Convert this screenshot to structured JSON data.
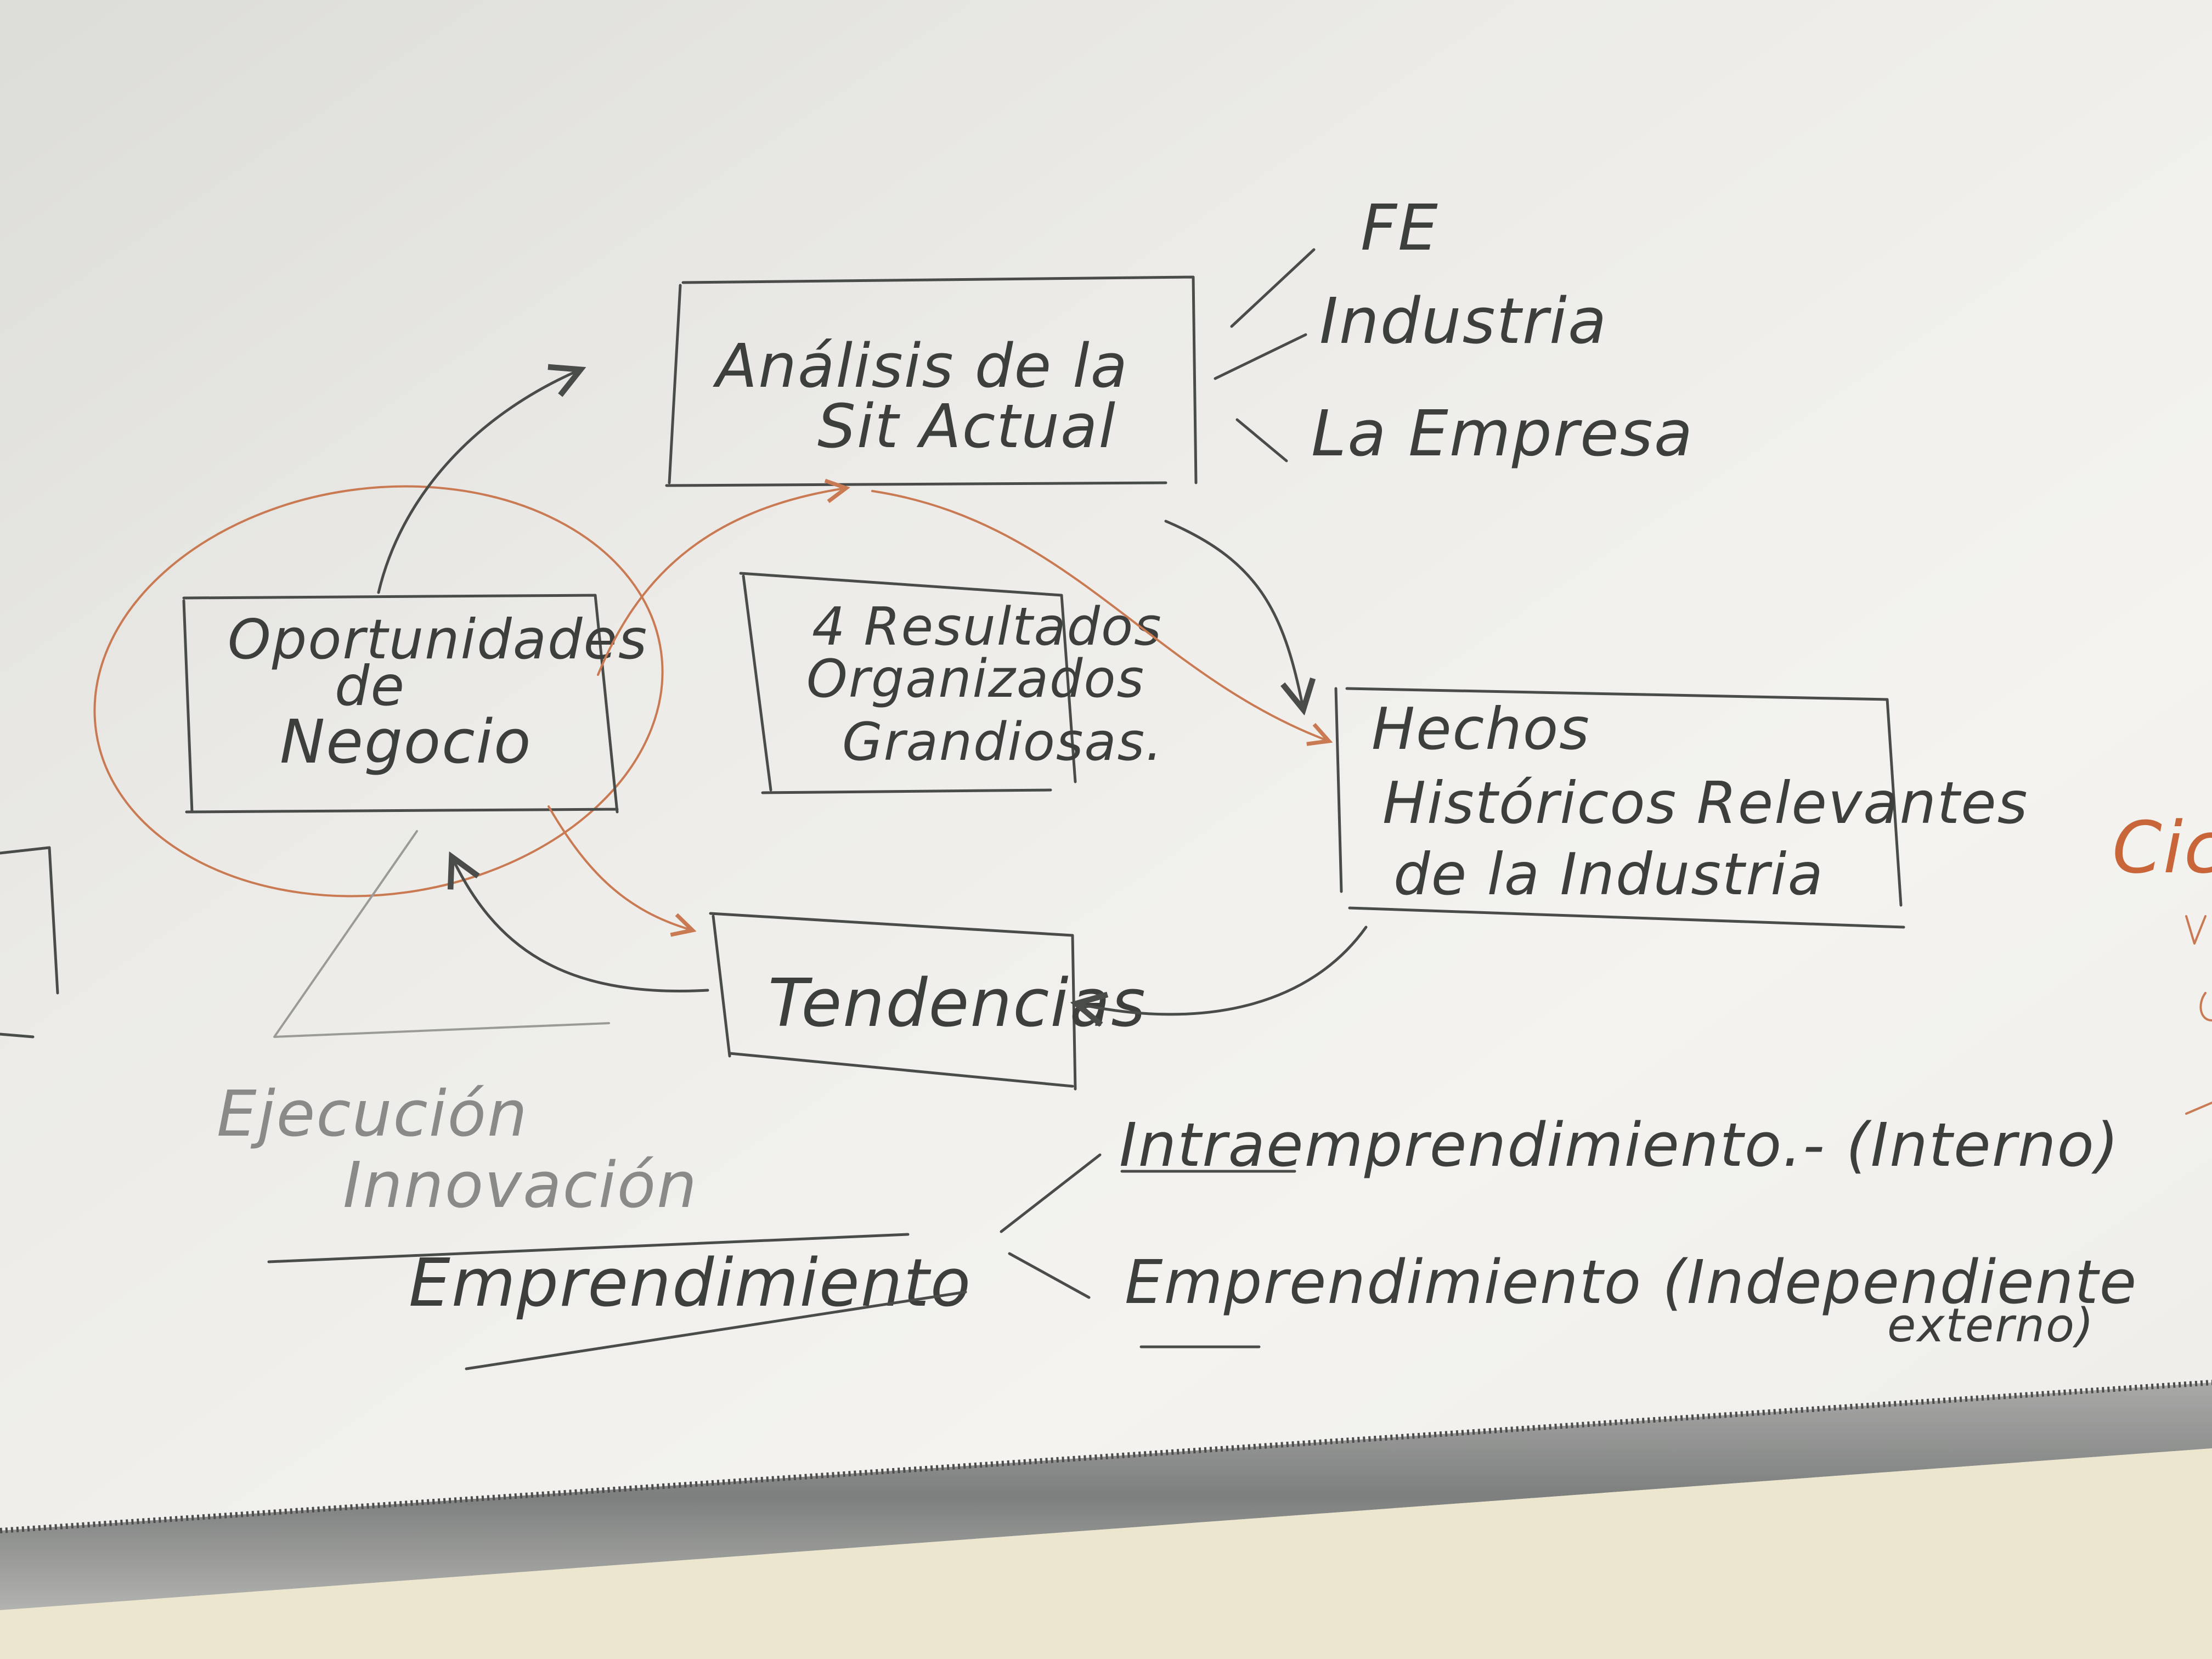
{
  "diagram": {
    "center_box": {
      "line1": "4 Resultados",
      "line2": "Organizados",
      "line3": "Grandiosas."
    },
    "analysis_box": {
      "line1": "Análisis de la",
      "line2": "Sit Actual"
    },
    "analysis_branches": [
      "FE",
      "Industria",
      "La Empresa"
    ],
    "opportunities_box": {
      "line1": "Oportunidades",
      "line2": "de",
      "line3": "Negocio"
    },
    "facts_box": {
      "line1": "Hechos",
      "line2": "Históricos Relevantes",
      "line3": "de la Industria"
    },
    "trends_box": {
      "label": "Tendencias"
    },
    "left_notes": {
      "line1": "Ejecución",
      "line2": "Innovación"
    },
    "entrepreneurship": {
      "main": "Emprendimiento",
      "branch1": "Intraemprendimiento.- (Interno)",
      "branch2_line1": "Emprendimiento (Independiente",
      "branch2_line2": "externo)"
    },
    "right_edge_fragment": "Cicl"
  },
  "colors": {
    "board": "#f2f1ed",
    "ink_dark": "#3d3f3d",
    "ink_orange": "#c8663a",
    "ink_faint": "#8a8b88",
    "tray": "#8d8f8e",
    "wall": "#ece6cf"
  }
}
